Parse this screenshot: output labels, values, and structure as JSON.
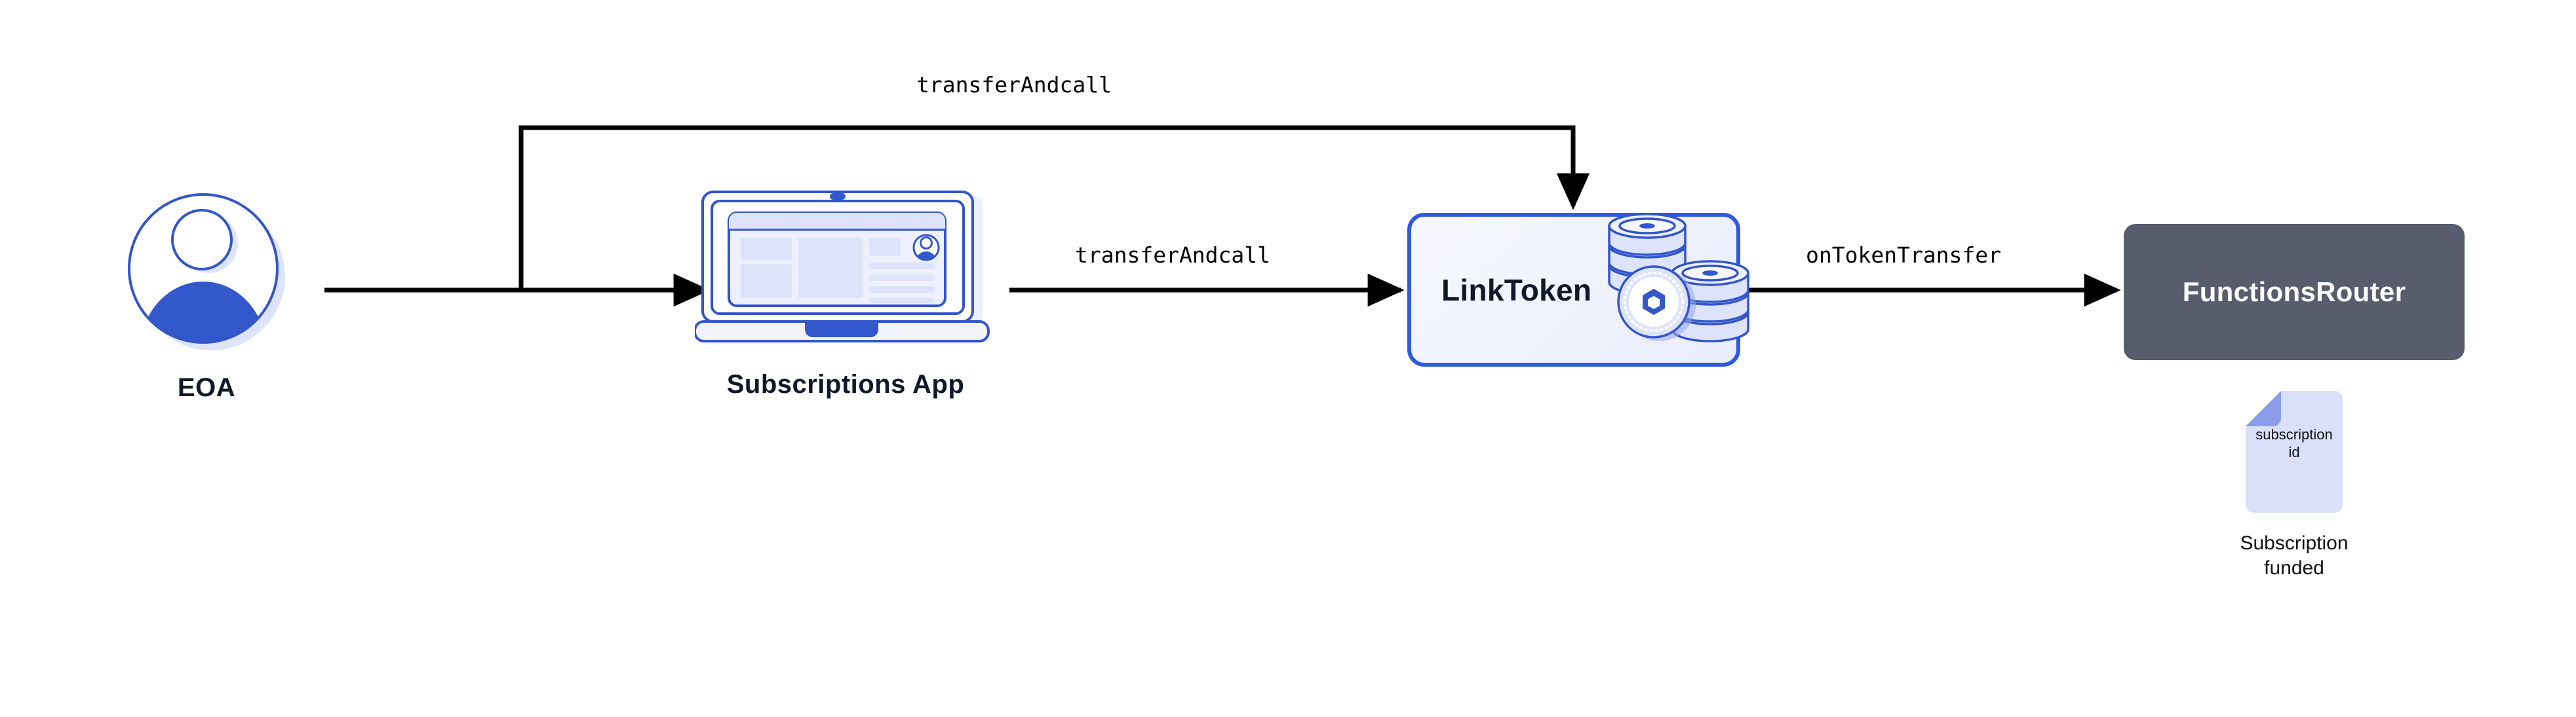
{
  "diagram": {
    "title": "Chainlink Functions subscription funding flow",
    "background_color": "#ffffff",
    "colors": {
      "accent_blue": "#2f5ae0",
      "deep_blue": "#3355cc",
      "light_blue_fill": "#dde4fa",
      "pale_blue_fill": "#eef1fd",
      "dark_navy_text": "#10182b",
      "router_gray": "#575d6d",
      "doc_fill": "#d9e0f9",
      "doc_fold": "#8b9de8",
      "edge_black": "#000000"
    },
    "nodes": [
      {
        "id": "eoa",
        "label": "EOA",
        "icon": "user-avatar-icon",
        "kind": "actor"
      },
      {
        "id": "subscriptions-app",
        "label": "Subscriptions App",
        "icon": "laptop-icon",
        "kind": "application"
      },
      {
        "id": "linktoken",
        "label": "LinkToken",
        "icon": "link-coins-icon",
        "kind": "contract"
      },
      {
        "id": "functionsrouter",
        "label": "FunctionsRouter",
        "icon": null,
        "kind": "contract"
      },
      {
        "id": "subscription-doc",
        "label": "Subscription\nfunded",
        "caption_line_1": "Subscription",
        "caption_line_2": "funded",
        "doc_line_1": "subscription",
        "doc_line_2": "id",
        "icon": "document-icon",
        "kind": "artifact"
      }
    ],
    "edges": [
      {
        "id": "edge-eoa-to-app",
        "from": "eoa",
        "to": "subscriptions-app",
        "label": "",
        "arrow": "end"
      },
      {
        "id": "edge-eoa-to-linktoken",
        "from": "eoa",
        "to": "linktoken",
        "label": "transferAndcall",
        "arrow": "end",
        "route": "orthogonal-over-top"
      },
      {
        "id": "edge-app-to-linktoken",
        "from": "subscriptions-app",
        "to": "linktoken",
        "label": "transferAndcall",
        "arrow": "end"
      },
      {
        "id": "edge-linktoken-to-router",
        "from": "linktoken",
        "to": "functionsrouter",
        "label": "onTokenTransfer",
        "arrow": "end"
      }
    ],
    "labels": {
      "eoa": "EOA",
      "subscriptions_app": "Subscriptions App",
      "linktoken": "LinkToken",
      "functionsrouter": "FunctionsRouter",
      "doc_line_1": "subscription",
      "doc_line_2": "id",
      "subscription_funded_line_1": "Subscription",
      "subscription_funded_line_2": "funded",
      "edge_top": "transferAndcall",
      "edge_middle": "transferAndcall",
      "edge_right": "onTokenTransfer"
    }
  }
}
